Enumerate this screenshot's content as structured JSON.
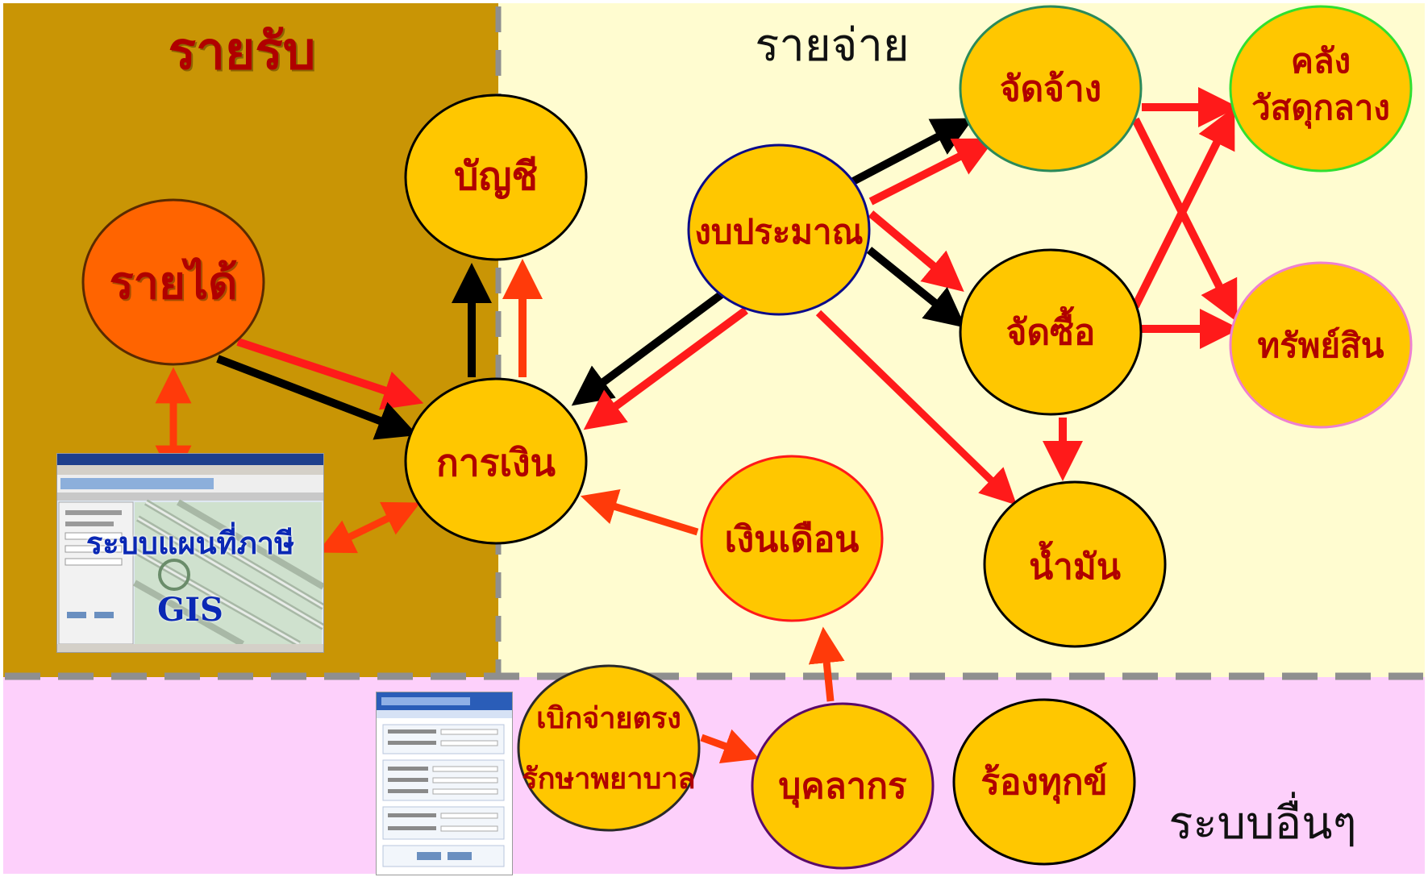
{
  "colors": {
    "income_bg": "#c99505",
    "expense_bg": "#fffcd0",
    "other_bg": "#fdd0fb",
    "node_fill": "#ffc700",
    "income_node_fill": "#ff6400",
    "node_text": "#b00000",
    "region_title": "#b00000",
    "plain_title": "#111111",
    "arrow_red": "#ff1a1a",
    "arrow_orange": "#ff3a0a",
    "arrow_black": "#000000",
    "gis_text": "#0a28b4",
    "divider": "#8f8f8f"
  },
  "regions": {
    "income_title": "รายรับ",
    "expense_title": "รายจ่าย",
    "other_title": "ระบบอื่นๆ"
  },
  "nodes": {
    "revenue": "รายได้",
    "account": "บัญชี",
    "finance": "การเงิน",
    "budget": "งบประมาณ",
    "hire": "จัดจ้าง",
    "purchase": "จัดซื้อ",
    "warehouse_line1": "คลัง",
    "warehouse_line2": "วัสดุกลาง",
    "assets": "ทรัพย์สิน",
    "fuel": "น้ำมัน",
    "salary": "เงินเดือน",
    "personnel": "บุคลากร",
    "complaint": "ร้องทุกข์",
    "direct_pay_line1": "เบิกจ่ายตรง",
    "direct_pay_line2": "รักษาพยาบาล"
  },
  "gis_panel": {
    "caption": "ระบบแผนที่ภาษี",
    "label": "GIS",
    "icon": "gis-map-screenshot"
  },
  "direct_pay_panel": {
    "icon": "web-form-screenshot"
  }
}
